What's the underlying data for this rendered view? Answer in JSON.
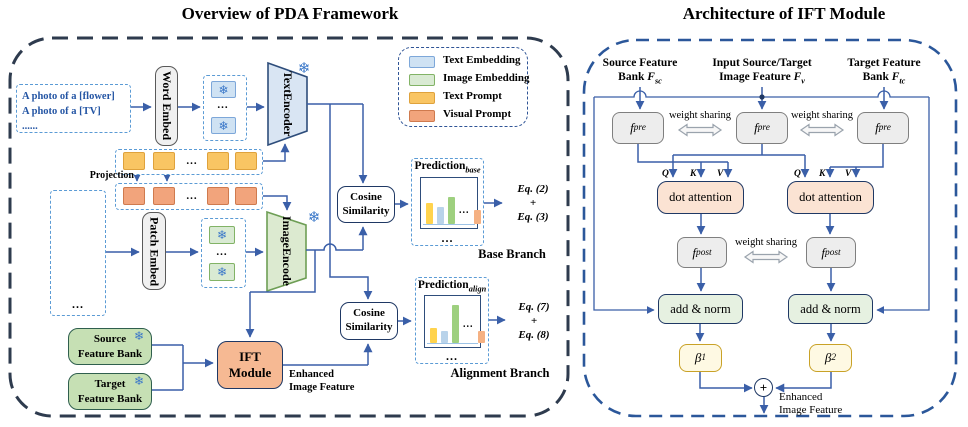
{
  "icons": {
    "snowflake": "❄"
  },
  "colors": {
    "arrow_blue": "#3a5fa8",
    "left_border": "#2e3b4e",
    "right_border": "#2b579a",
    "text_embedding": "#cfe2f3",
    "image_embedding": "#d9ead3",
    "text_prompt": "#f9c563",
    "visual_prompt": "#f2a47c"
  },
  "left_panel": {
    "title": "Overview of PDA Framework",
    "dots": "...",
    "prompts": {
      "line1": "A photo of a [flower]",
      "line2": "A photo of a [TV]",
      "line3": "......"
    },
    "word_embed": "Word Embed",
    "patch_embed": "Patch Embed",
    "text_encoder": {
      "l1": "Text",
      "l2": "Encoder"
    },
    "image_encoder": {
      "l1": "Image",
      "l2": "Encode"
    },
    "projection": "Projection",
    "legend": {
      "items": [
        {
          "label": "Text Embedding",
          "color": "#cfe2f3",
          "border": "#7da7d9"
        },
        {
          "label": "Image Embedding",
          "color": "#d9ead3",
          "border": "#82b366"
        },
        {
          "label": "Text Prompt",
          "color": "#f9c563",
          "border": "#dfa23c"
        },
        {
          "label": "Visual Prompt",
          "color": "#f2a47c",
          "border": "#cf7a4e"
        }
      ]
    },
    "cosine": {
      "l1": "Cosine",
      "l2": "Similarity"
    },
    "prediction_base": {
      "base": "Prediction",
      "sub": "base",
      "bars": [
        {
          "type": "bar",
          "h": 21,
          "color": "#ffd34d"
        },
        {
          "type": "bar",
          "h": 17,
          "color": "#b9d3ea"
        },
        {
          "type": "bar",
          "h": 27,
          "color": "#9ed07f"
        },
        {
          "type": "dots"
        },
        {
          "type": "bar",
          "h": 14,
          "color": "#f5b183"
        }
      ]
    },
    "prediction_align": {
      "base": "Prediction",
      "sub": "align",
      "bars": [
        {
          "type": "bar",
          "h": 15,
          "color": "#ffd34d"
        },
        {
          "type": "bar",
          "h": 12,
          "color": "#b9d3ea"
        },
        {
          "type": "bar",
          "h": 38,
          "color": "#9ed07f"
        },
        {
          "type": "dots"
        },
        {
          "type": "bar",
          "h": 12,
          "color": "#f5b183"
        }
      ]
    },
    "eq_base": {
      "l1": "Eq. (2)",
      "l2": "+",
      "l3": "Eq. (3)"
    },
    "eq_align": {
      "l1": "Eq. (7)",
      "l2": "+",
      "l3": "Eq. (8)"
    },
    "base_branch": "Base Branch",
    "alignment_branch": "Alignment Branch",
    "source_bank": {
      "l1": "Source",
      "l2": "Feature Bank"
    },
    "target_bank": {
      "l1": "Target",
      "l2": "Feature Bank"
    },
    "ift": {
      "l1": "IFT",
      "l2": "Module"
    },
    "enhanced": {
      "l1": "Enhanced",
      "l2": "Image Feature"
    }
  },
  "right_panel": {
    "title": "Architecture of IFT Module",
    "source_label": {
      "l1": "Source Feature",
      "l2_pre": "Bank ",
      "f": "F",
      "sub": "sc"
    },
    "input_label": {
      "l1": "Input Source/Target",
      "l2_pre": "Image Feature ",
      "f": "F",
      "sub": "v"
    },
    "target_label": {
      "l1": "Target Feature",
      "l2_pre": "Bank ",
      "f": "F",
      "sub": "tc"
    },
    "fpre": {
      "base": "f",
      "sub": "pre"
    },
    "fpost": {
      "base": "f",
      "sub": "post"
    },
    "weight_sharing": "weight sharing",
    "dot_attention": "dot attention",
    "add_norm": "add & norm",
    "beta1": {
      "base": "β",
      "sub": "1"
    },
    "beta2": {
      "base": "β",
      "sub": "2"
    },
    "plus": "+",
    "qkv": {
      "q": "Q",
      "k": "K",
      "v": "V"
    },
    "enhanced": {
      "l1": "Enhanced",
      "l2": "Image Feature"
    }
  }
}
